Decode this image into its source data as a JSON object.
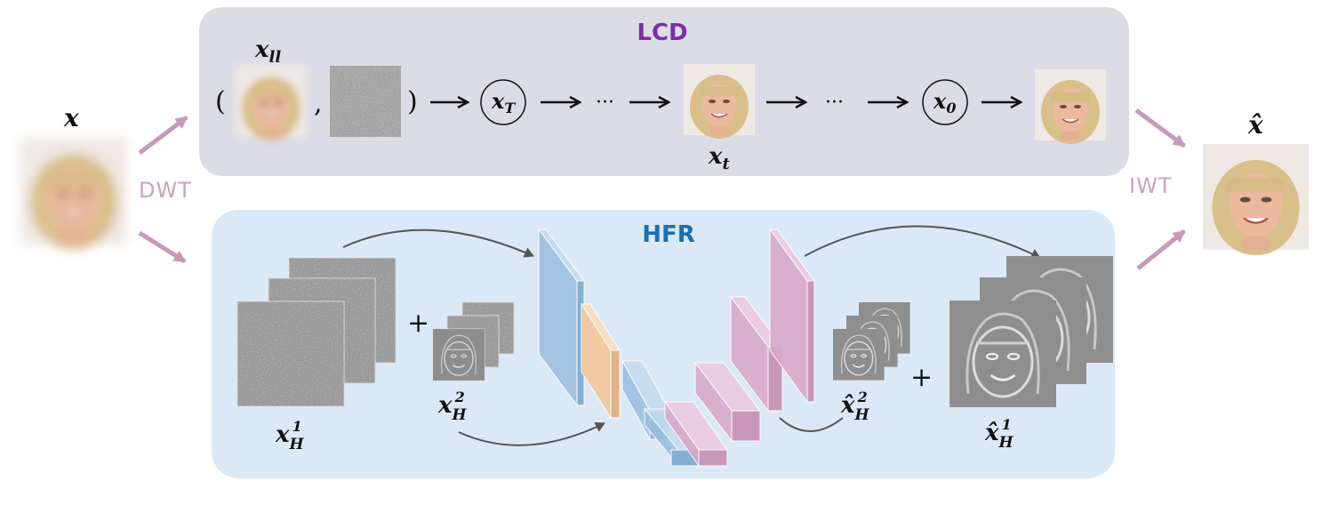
{
  "colors": {
    "lcd_panel": "#dcdce6",
    "hfr_panel": "#dbe9f6",
    "lcd_title": "#7b2fa6",
    "hfr_title": "#1a6fb5",
    "dwt_iwt": "#c9a3bf",
    "pink_arrow": "#c79ab9",
    "unet_blue": "#9dbfe0",
    "unet_orange": "#f2c79a",
    "unet_pink": "#d8a9c8",
    "face_skin": "#e9b79c",
    "hair": "#d9bf8a"
  },
  "labels": {
    "input": "x",
    "output": "x̂",
    "dwt": "DWT",
    "iwt": "IWT",
    "lcd_title": "LCD",
    "hfr_title": "HFR",
    "x_ll": "x",
    "x_ll_sub": "ll",
    "x_T": "x",
    "x_T_sub": "T",
    "x_0": "x",
    "x_0_sub": "0",
    "x_t": "x",
    "x_t_sub": "t",
    "open_paren": "(",
    "comma": ",",
    "close_paren": ")",
    "ellipsis": "···",
    "plus": "+",
    "xH1": "x",
    "xH1_sub": "H",
    "xH1_sup": "1",
    "xH2": "x",
    "xH2_sub": "H",
    "xH2_sup": "2",
    "xhatH1": "x̂",
    "xhatH1_sub": "H",
    "xhatH1_sup": "1",
    "xhatH2": "x̂",
    "xhatH2_sub": "H",
    "xhatH2_sup": "2"
  },
  "icons": {
    "face": "face-thumbnail-icon",
    "noise": "noise-patch-icon",
    "arrow": "right-arrow-icon"
  }
}
